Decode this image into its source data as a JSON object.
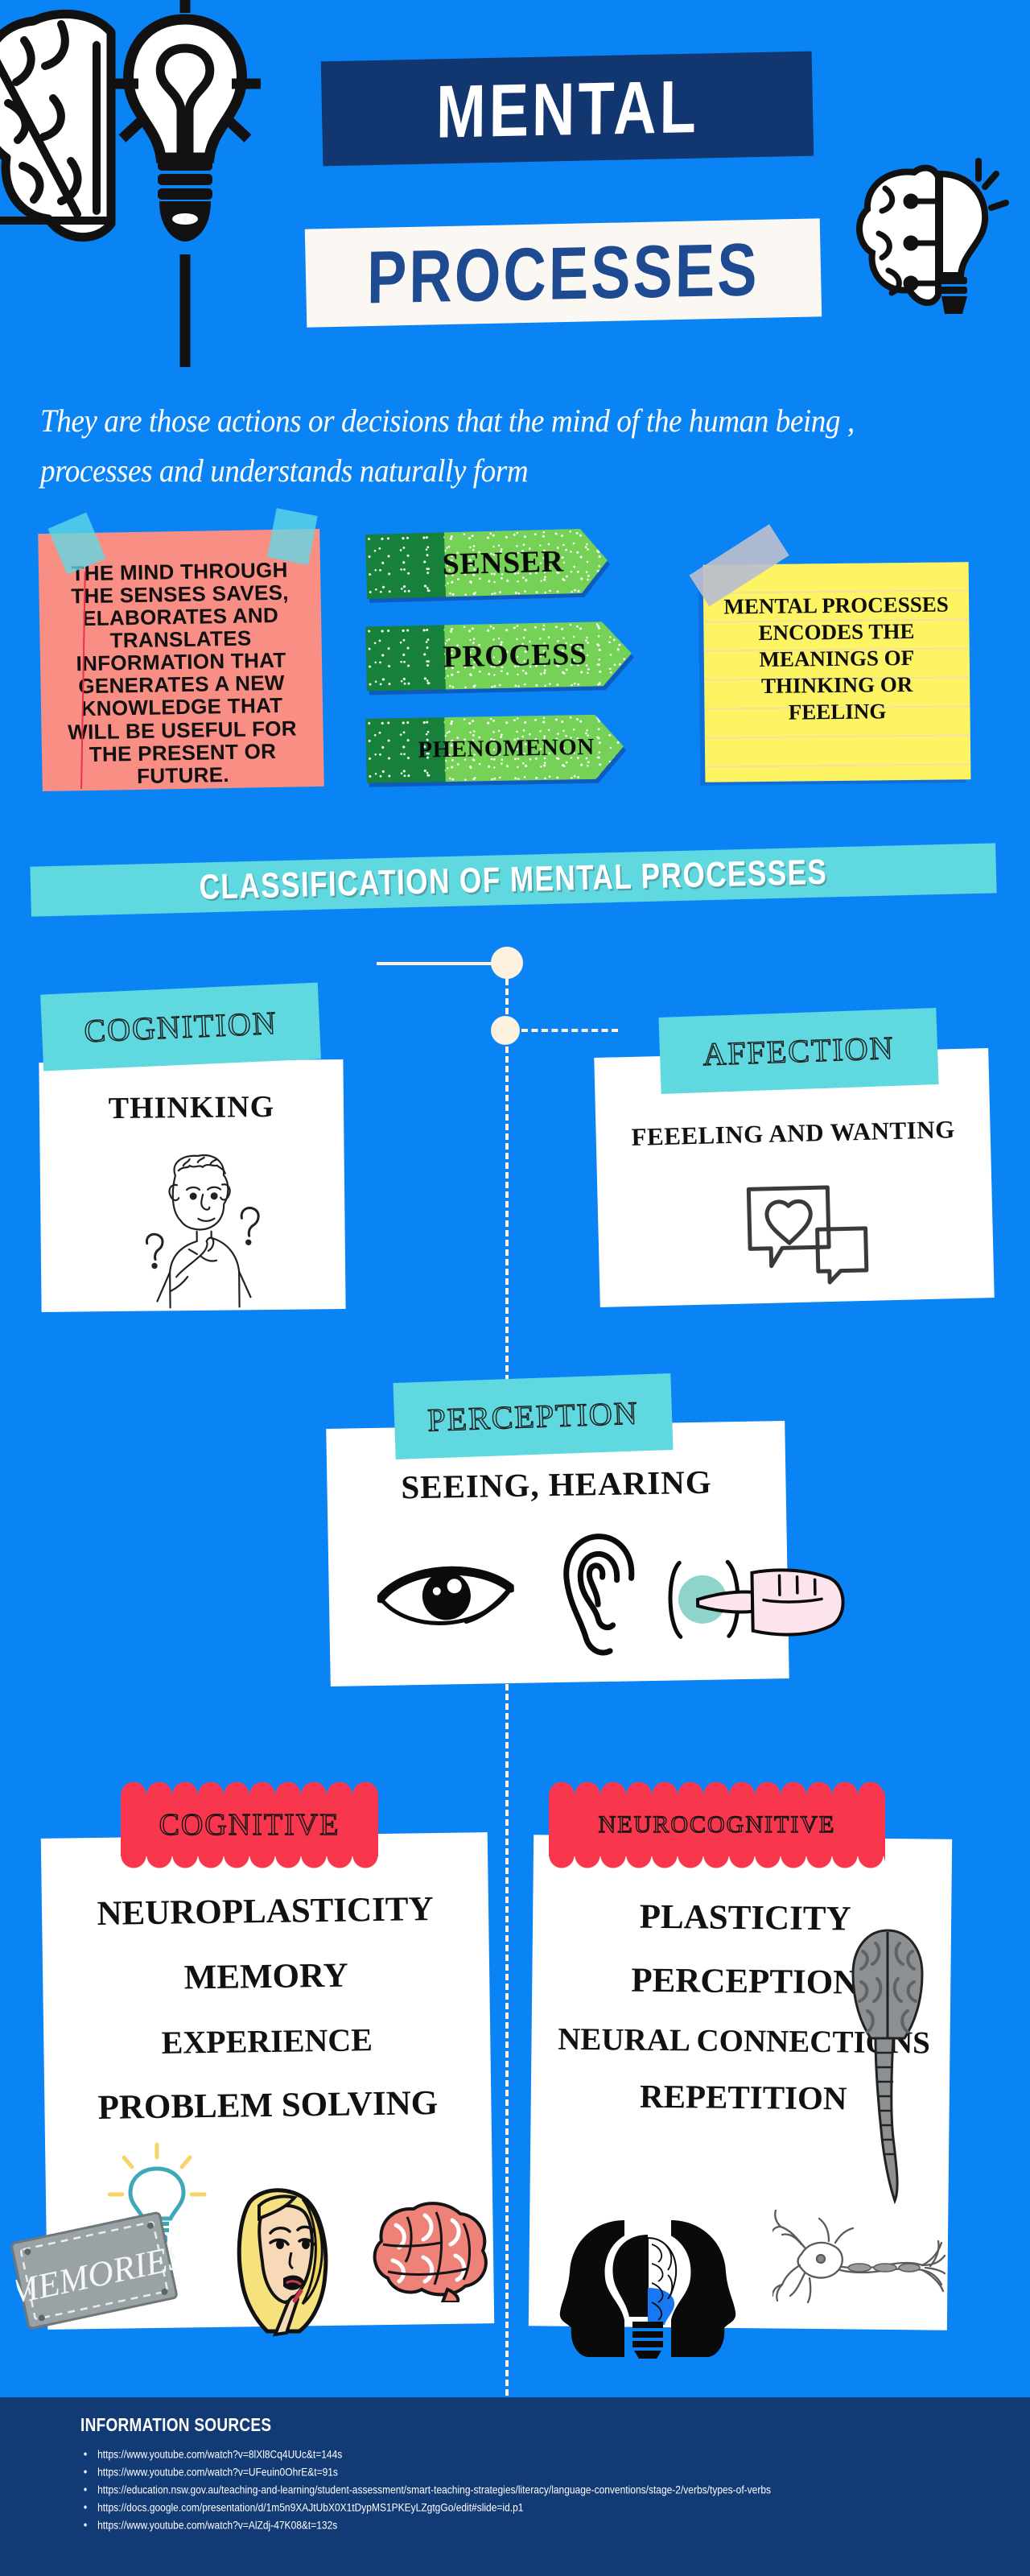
{
  "theme": {
    "background": "#0a84f5",
    "title_band": "#12366f",
    "subtitle_band": "#fbf8f3",
    "title_text": "#ffffff",
    "subtitle_text": "#1d4a91",
    "turquoise": "#5fd8e0",
    "red_chip": "#f8374f",
    "pink_note": "#f98e85",
    "yellow_note": "#fdf464",
    "green_light": "#76d157",
    "green_dark": "#17803a",
    "footer": "#123a74",
    "connector": "#fdf1e0"
  },
  "header": {
    "title_line1": "MENTAL",
    "title_line2": "PROCESSES",
    "icons": [
      "brain-outline-icon",
      "lightbulb-icon",
      "brain-chip-icon"
    ]
  },
  "lead": {
    "text": "They are those actions or decisions that the mind of the human being , processes and understands naturally form"
  },
  "notes": {
    "pink": {
      "text": "THE MIND THROUGH THE SENSES SAVES, ELABORATES AND TRANSLATES INFORMATION THAT GENERATES A NEW KNOWLEDGE THAT WILL BE USEFUL FOR THE PRESENT OR FUTURE."
    },
    "yellow": {
      "text": "MENTAL PROCESSES ENCODES THE MEANINGS OF THINKING OR FEELING"
    }
  },
  "arrows": [
    {
      "label": "SENSER"
    },
    {
      "label": "PROCESS"
    },
    {
      "label": "PHENOMENON"
    }
  ],
  "classification": {
    "banner": "CLASSIFICATION OF MENTAL PROCESSES"
  },
  "cards": {
    "cognition": {
      "chip": "COGNITION",
      "heading": "THINKING",
      "icon": "thinking-person-icon"
    },
    "affection": {
      "chip": "AFFECTION",
      "heading": "FEEELING AND WANTING",
      "icon": "chat-heart-icon"
    },
    "perception": {
      "chip": "PERCEPTION",
      "heading": "SEEING, HEARING",
      "icons": [
        "eye-icon",
        "ear-icon",
        "touch-finger-icon"
      ]
    },
    "cognitive": {
      "chip": "COGNITIVE",
      "items": [
        "NEUROPLASTICITY",
        "MEMORY",
        "EXPERIENCE",
        "PROBLEM SOLVING"
      ],
      "icons": [
        "lightbulb-outline-icon",
        "memories-sign-icon",
        "pop-art-woman-icon",
        "pink-brain-icon"
      ]
    },
    "neurocognitive": {
      "chip": "NEUROCOGNITIVE",
      "items": [
        "PLASTICITY",
        "PERCEPTION",
        "NEURAL CONNECTIONS",
        "REPETITION"
      ],
      "icons": [
        "brain-spinal-cord-icon",
        "two-heads-bulb-brain-icon",
        "neuron-icon"
      ]
    }
  },
  "footer": {
    "heading": "INFORMATION SOURCES",
    "sources": [
      "https://www.youtube.com/watch?v=8lXl8Cq4UUc&t=144s",
      "https://www.youtube.com/watch?v=UFeuin0OhrE&t=91s",
      "https://education.nsw.gov.au/teaching-and-learning/student-assessment/smart-teaching-strategies/literacy/language-conventions/stage-2/verbs/types-of-verbs",
      "https://docs.google.com/presentation/d/1m5n9XAJtUbX0X1tDypMS1PKEyLZgtgGo/edit#slide=id.p1",
      "https://www.youtube.com/watch?v=AlZdj-47K08&t=132s"
    ]
  }
}
